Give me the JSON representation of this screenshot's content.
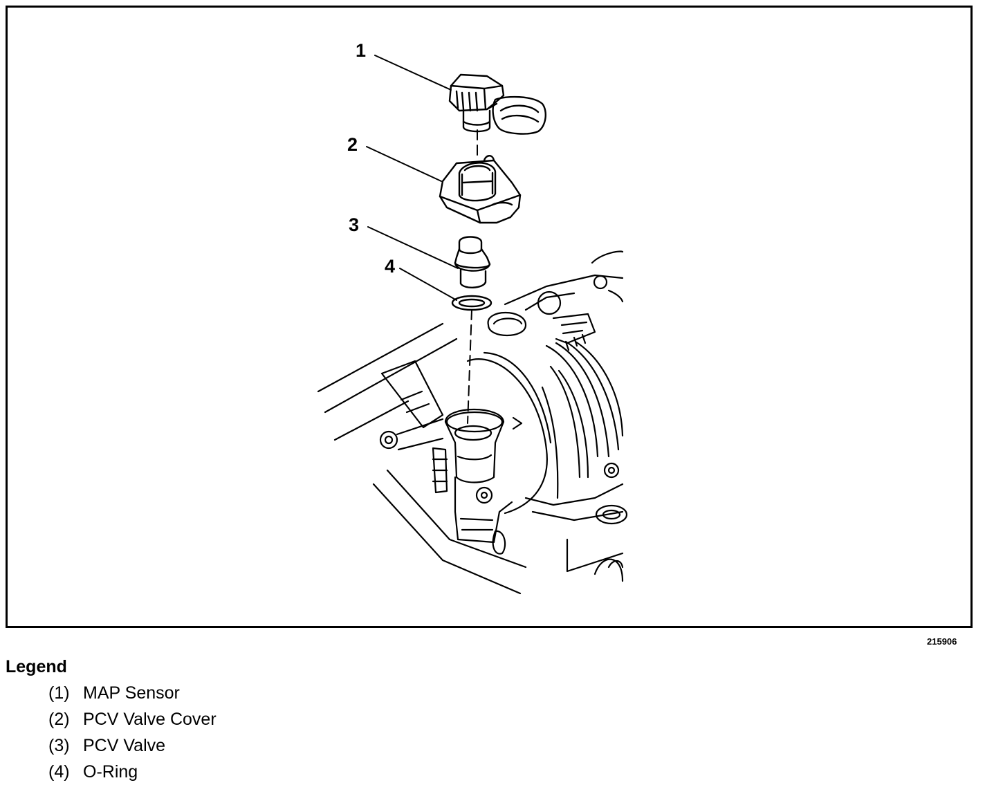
{
  "figure": {
    "id": "215906",
    "callouts": [
      {
        "number": "1",
        "name": "MAP Sensor"
      },
      {
        "number": "2",
        "name": "PCV Valve Cover"
      },
      {
        "number": "3",
        "name": "PCV Valve"
      },
      {
        "number": "4",
        "name": "O-Ring"
      }
    ]
  },
  "legend": {
    "title": "Legend",
    "items": [
      {
        "num": "(1)",
        "label": "MAP Sensor"
      },
      {
        "num": "(2)",
        "label": "PCV Valve Cover"
      },
      {
        "num": "(3)",
        "label": "PCV Valve"
      },
      {
        "num": "(4)",
        "label": "O-Ring"
      }
    ]
  }
}
